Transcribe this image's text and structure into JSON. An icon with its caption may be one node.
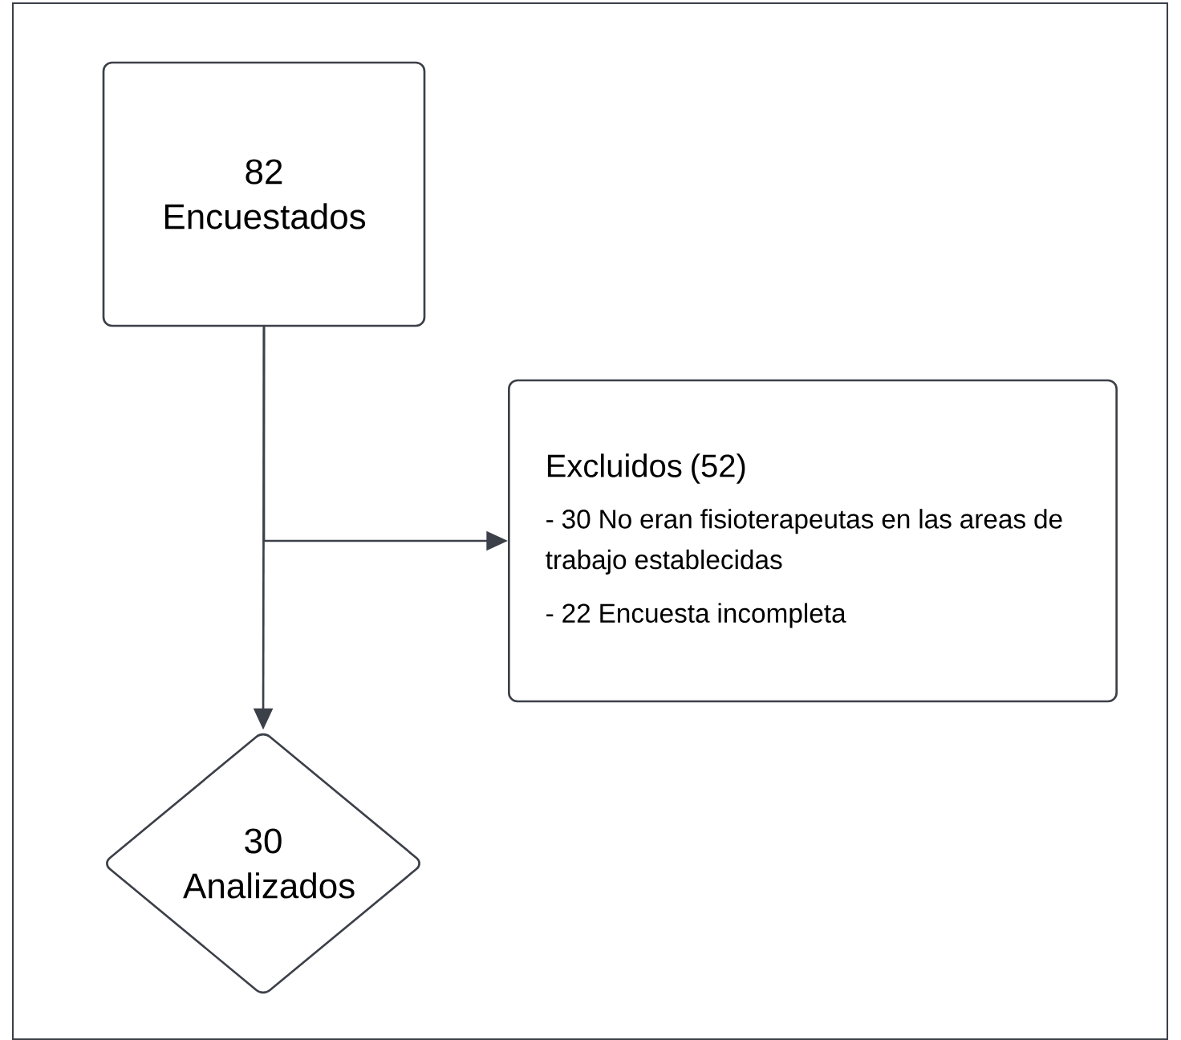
{
  "diagram": {
    "nodes": [
      {
        "text": [
          "82 Encuestados"
        ]
      },
      {
        "text": [
          "Excluidos (52)",
          "- 30 No eran fisioterapeutas en las areas de trabajo establecidas",
          "- 22 Encuesta incompleta"
        ]
      },
      {
        "text": [
          "30 Analizados"
        ]
      }
    ],
    "edges": [
      {
        "from": 0,
        "to": 2,
        "arrow": "to"
      },
      {
        "from": 0,
        "to": 1,
        "arrow": "to"
      }
    ]
  }
}
